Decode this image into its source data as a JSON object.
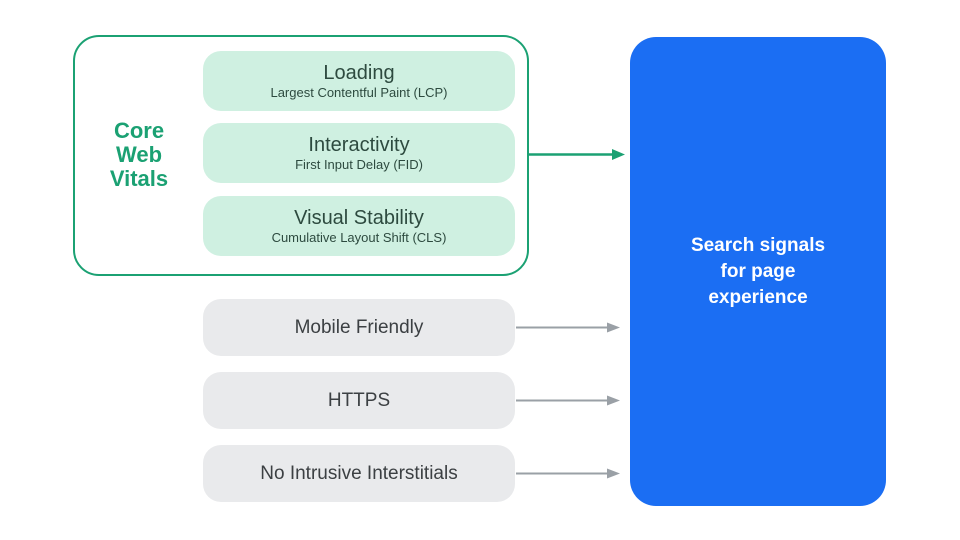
{
  "colors": {
    "green_accent": "#1ba173",
    "mint_fill": "#cff0e1",
    "mint_text": "#2d4a3f",
    "gray_fill": "#e9eaec",
    "gray_text": "#3c4043",
    "gray_arrow": "#9aa0a6",
    "blue_fill": "#1b6ef3",
    "blue_text": "#ffffff",
    "background": "#ffffff"
  },
  "core_web_vitals": {
    "label": "Core\nWeb\nVitals",
    "items": [
      {
        "title": "Loading",
        "subtitle": "Largest Contentful Paint (LCP)"
      },
      {
        "title": "Interactivity",
        "subtitle": "First Input Delay (FID)"
      },
      {
        "title": "Visual Stability",
        "subtitle": "Cumulative Layout Shift (CLS)"
      }
    ]
  },
  "other_signals": [
    {
      "label": "Mobile Friendly"
    },
    {
      "label": "HTTPS"
    },
    {
      "label": "No Intrusive Interstitials"
    }
  ],
  "result": {
    "label": "Search signals\nfor page\nexperience"
  }
}
